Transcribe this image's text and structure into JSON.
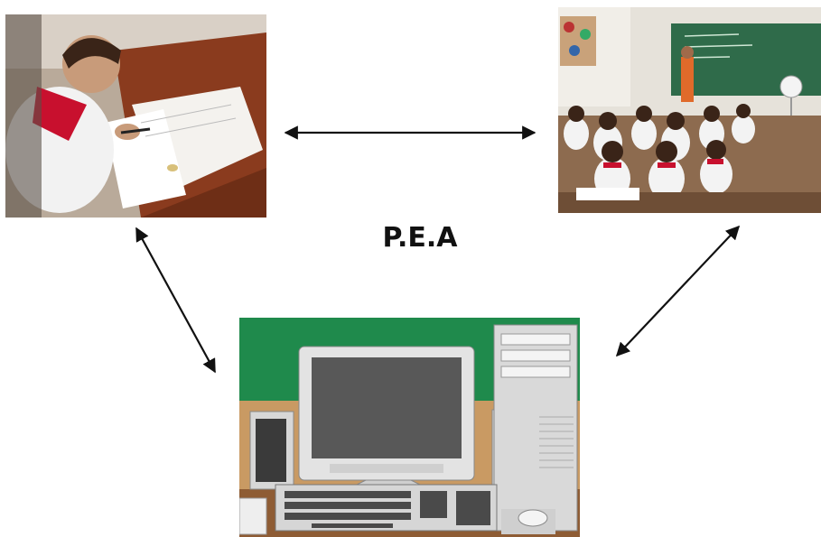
{
  "diagram": {
    "center_label": "P.E.A",
    "nodes": [
      {
        "id": "student",
        "icon": "student-writing-photo"
      },
      {
        "id": "classroom",
        "icon": "classroom-photo"
      },
      {
        "id": "computer",
        "icon": "desktop-computer-illustration"
      }
    ],
    "edges": [
      {
        "from": "student",
        "to": "classroom",
        "direction": "both"
      },
      {
        "from": "student",
        "to": "computer",
        "direction": "both"
      },
      {
        "from": "classroom",
        "to": "computer",
        "direction": "both"
      }
    ],
    "colors": {
      "arrow": "#111111",
      "board_green": "#1f8a4c",
      "chalkboard": "#2f6b4a"
    }
  }
}
